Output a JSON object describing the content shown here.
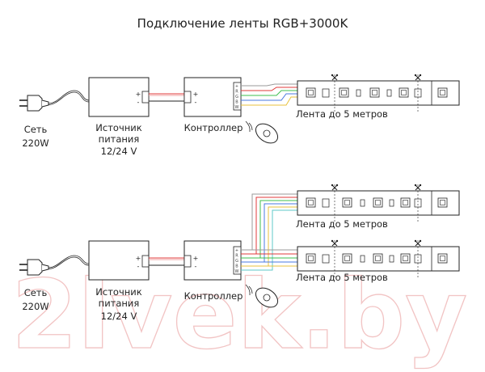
{
  "title": "Подключение ленты RGB+3000K",
  "watermark": "2lvek.by",
  "colors": {
    "wire_red": "#e23b3b",
    "wire_green": "#3fbf4f",
    "wire_blue": "#4a78e0",
    "wire_yellow": "#e8c23c",
    "wire_teal": "#5fc8c8",
    "wire_grey": "#9a9a9a",
    "watermark": "#f2c4c4"
  },
  "top": {
    "mains_label": "Сеть",
    "mains_voltage": "220W",
    "psu_label_1": "Источник",
    "psu_label_2": "питания",
    "psu_voltage": "12/24 V",
    "controller_label": "Контроллер",
    "strip_label": "Лента до 5 метров"
  },
  "bottom": {
    "mains_label": "Сеть",
    "mains_voltage": "220W",
    "psu_label_1": "Источник",
    "psu_label_2": "питания",
    "psu_voltage": "12/24 V",
    "controller_label": "Контроллер",
    "strip1_label": "Лента до 5 метров",
    "strip2_label": "Лента до 5 метров"
  },
  "terminals": {
    "psu_plus": "+",
    "psu_minus": "-",
    "ctrl_plus": "+",
    "ctrl_minus": "-",
    "ctrl_outputs": [
      "+",
      "R",
      "G",
      "B",
      "W"
    ]
  },
  "icons": [
    "plug-icon",
    "remote-icon",
    "led-chip-icon",
    "cut-mark-icon"
  ]
}
